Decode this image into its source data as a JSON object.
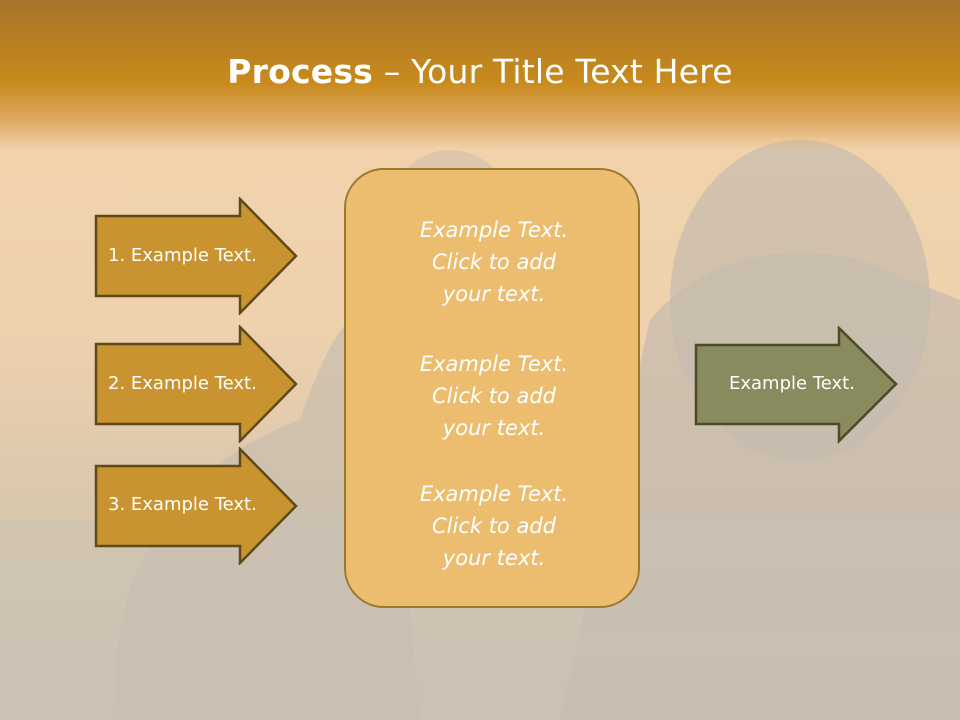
{
  "title": {
    "bold": "Process",
    "rest": " – Your Title Text Here"
  },
  "inputs": [
    {
      "label": "1. Example Text."
    },
    {
      "label": "2. Example Text."
    },
    {
      "label": "3. Example Text."
    }
  ],
  "center": {
    "paragraphs": [
      {
        "lines": [
          "Example Text.",
          "Click  to add",
          "your text."
        ]
      },
      {
        "lines": [
          "Example Text.",
          "Click  to add",
          "your text."
        ]
      },
      {
        "lines": [
          "Example Text.",
          "Click  to add",
          "your text."
        ]
      }
    ]
  },
  "output": {
    "label": "Example Text."
  },
  "colors": {
    "input_arrow": "#c9932f",
    "output_arrow": "#8a8a5f",
    "center_box": "#ecbd6e",
    "title_band": "#c98a1c"
  }
}
